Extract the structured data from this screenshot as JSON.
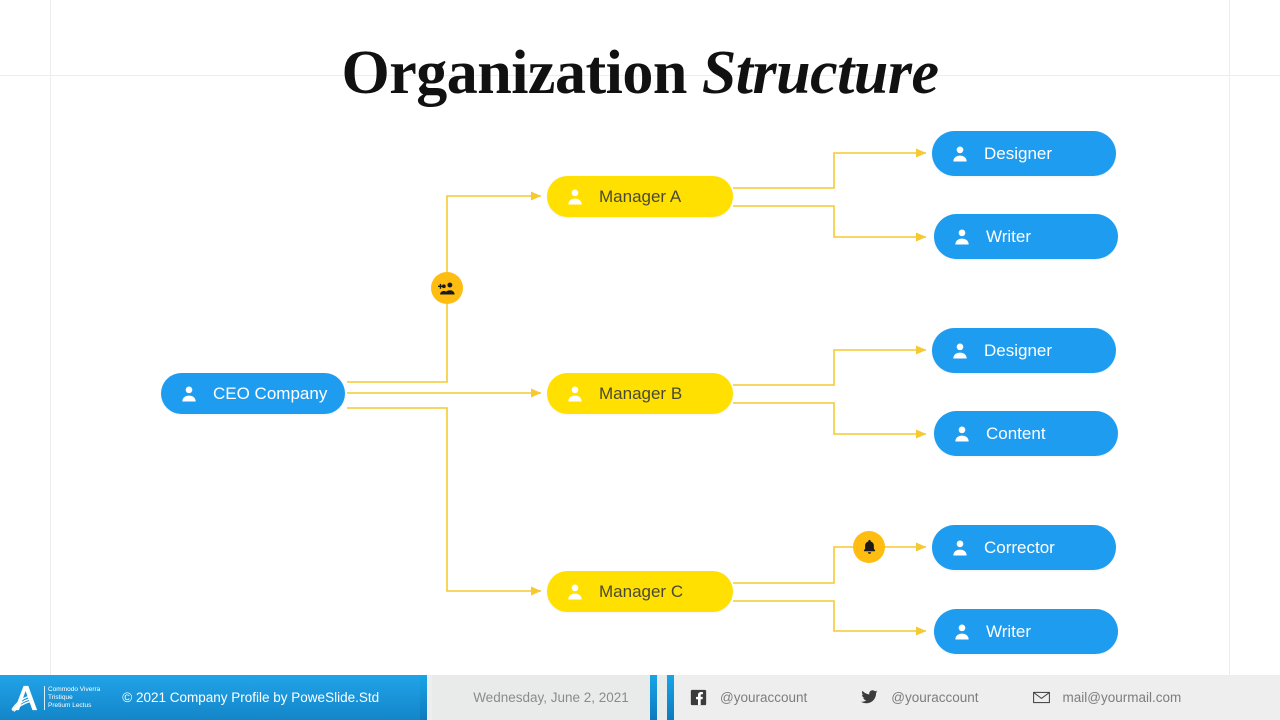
{
  "slide": {
    "title_main": "Organization",
    "title_emphasis": "Structure"
  },
  "colors": {
    "blue_node": "#1e9cf0",
    "yellow_node": "#ffe000",
    "connector": "#f5c931",
    "badge": "#ffbc11",
    "footer_blue": "#1386c9",
    "footer_grey": "#eeeeee"
  },
  "org_chart": {
    "root": {
      "label": "CEO Company",
      "icon": "person-icon",
      "color": "blue"
    },
    "managers": [
      {
        "label": "Manager A",
        "icon": "person-icon",
        "color": "yellow",
        "reports": [
          {
            "label": "Designer",
            "icon": "person-icon",
            "color": "blue"
          },
          {
            "label": "Writer",
            "icon": "person-icon",
            "color": "blue"
          }
        ]
      },
      {
        "label": "Manager B",
        "icon": "person-icon",
        "color": "yellow",
        "reports": [
          {
            "label": "Designer",
            "icon": "person-icon",
            "color": "blue"
          },
          {
            "label": "Content",
            "icon": "person-icon",
            "color": "blue"
          }
        ]
      },
      {
        "label": "Manager C",
        "icon": "person-icon",
        "color": "yellow",
        "reports": [
          {
            "label": "Corrector",
            "icon": "person-icon",
            "color": "blue"
          },
          {
            "label": "Writer",
            "icon": "person-icon",
            "color": "blue"
          }
        ]
      }
    ],
    "badges": [
      {
        "icon": "add-group-icon",
        "on_connector": "ceo-to-manager-a"
      },
      {
        "icon": "bell-icon",
        "on_connector": "manager-c-to-corrector"
      }
    ]
  },
  "footer": {
    "logo": {
      "mark": "a-logo-icon",
      "tagline_line1": "Commodo Viverra",
      "tagline_line2": "Tristique",
      "tagline_line3": "Pretium Lectus"
    },
    "copyright": "© 2021  Company Profile  by PoweSlide.Std",
    "date": "Wednesday, June 2, 2021",
    "contacts": [
      {
        "icon": "facebook-icon",
        "text": "@youraccount"
      },
      {
        "icon": "twitter-icon",
        "text": "@youraccount"
      },
      {
        "icon": "mail-icon",
        "text": "mail@yourmail.com"
      }
    ]
  }
}
